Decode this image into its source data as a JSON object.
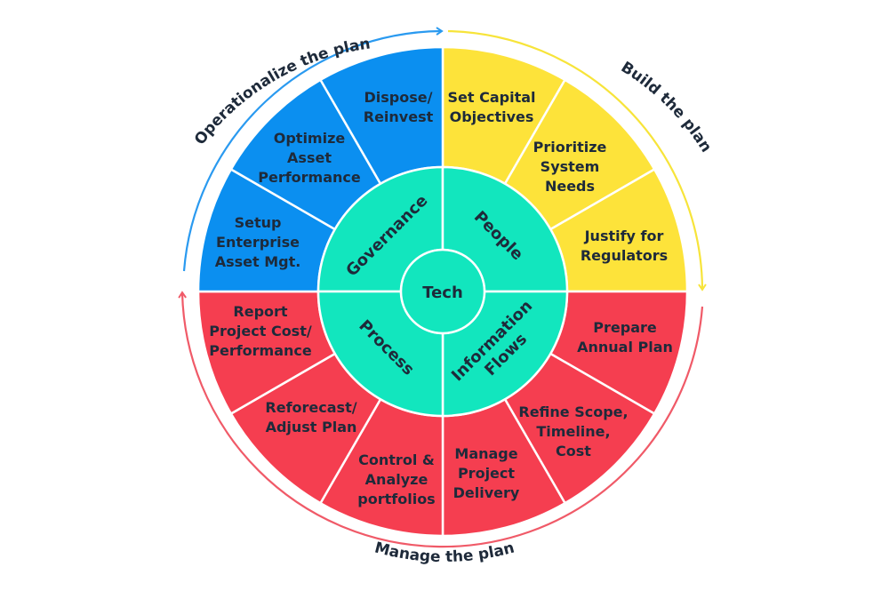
{
  "colors": {
    "blue": "#0b8ff0",
    "yellow": "#fde33a",
    "red": "#f53e50",
    "teal": "#12e6be",
    "text": "#1e2a3a",
    "arrow_blue": "#2a9af0",
    "arrow_yellow": "#f7e43a",
    "arrow_red": "#f05a68"
  },
  "center": {
    "label": "Tech"
  },
  "inner": [
    {
      "label": "Governance"
    },
    {
      "label": "People"
    },
    {
      "label": "Information\nFlows"
    },
    {
      "label": "Process"
    }
  ],
  "segments": [
    {
      "label": "Set Capital\nObjectives",
      "color": "yellow"
    },
    {
      "label": "Prioritize\nSystem\nNeeds",
      "color": "yellow"
    },
    {
      "label": "Justify for\nRegulators",
      "color": "yellow"
    },
    {
      "label": "Prepare\nAnnual Plan",
      "color": "red"
    },
    {
      "label": "Refine Scope,\nTimeline,\nCost",
      "color": "red"
    },
    {
      "label": "Manage\nProject\nDelivery",
      "color": "red"
    },
    {
      "label": "Control &\nAnalyze\nportfolios",
      "color": "red"
    },
    {
      "label": "Reforecast/\nAdjust Plan",
      "color": "red"
    },
    {
      "label": "Report\nProject Cost/\nPerformance",
      "color": "red"
    },
    {
      "label": "Setup\nEnterprise\nAsset Mgt.",
      "color": "blue"
    },
    {
      "label": "Optimize\nAsset\nPerformance",
      "color": "blue"
    },
    {
      "label": "Dispose/\nReinvest",
      "color": "blue"
    }
  ],
  "outer_labels": {
    "operationalize": "Operationalize the plan",
    "build": "Build the plan",
    "manage": "Manage the plan"
  }
}
